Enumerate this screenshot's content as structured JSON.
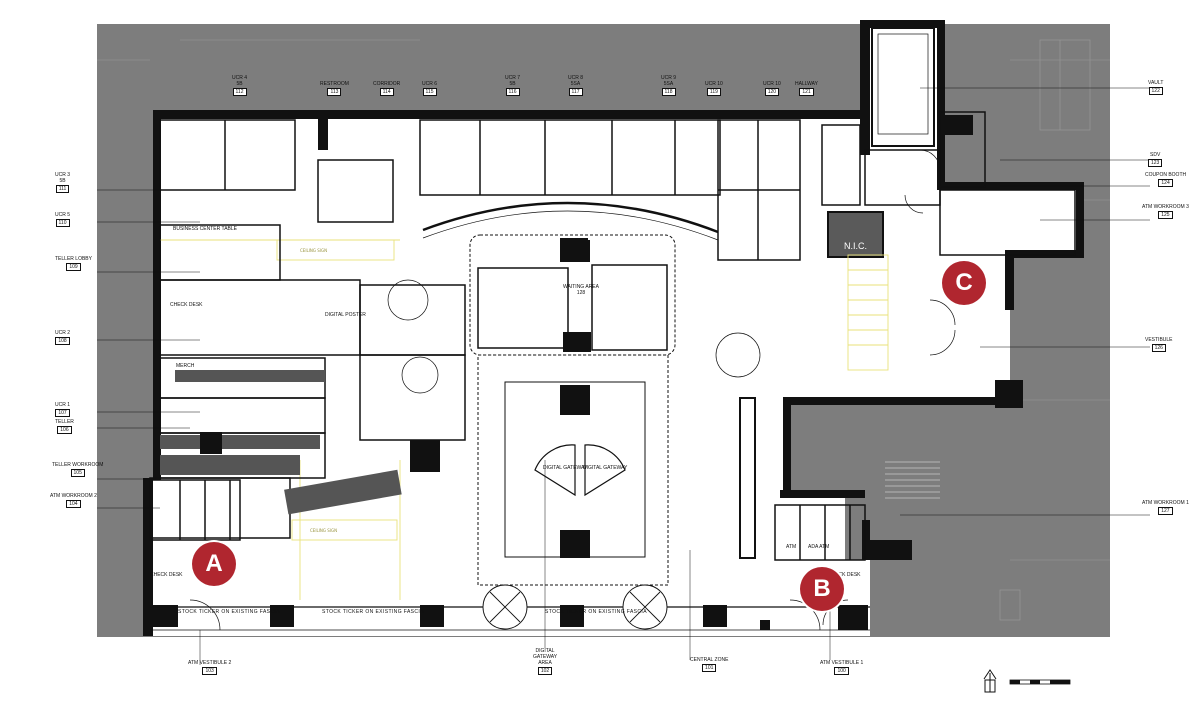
{
  "room_tags": {
    "top": [
      {
        "name": "UCR 4",
        "sub": "5B",
        "num": "112"
      },
      {
        "name": "RESTROOM",
        "num": "113"
      },
      {
        "name": "CORRIDOR",
        "num": "114"
      },
      {
        "name": "UCR 6",
        "num": "115"
      },
      {
        "name": "UCR 7",
        "sub": "5B",
        "num": "116"
      },
      {
        "name": "UCR 8",
        "sub": "5SA",
        "num": "117"
      },
      {
        "name": "UCR 9",
        "sub": "5SA",
        "num": "118"
      },
      {
        "name": "UCR 10",
        "num": "119"
      },
      {
        "name": "UCR 10",
        "num": "120"
      },
      {
        "name": "HALLWAY",
        "num": "121"
      }
    ],
    "left": [
      {
        "name": "UCR 3",
        "sub": "5B",
        "num": "111"
      },
      {
        "name": "UCR 5",
        "num": "110"
      },
      {
        "name": "TELLER LOBBY",
        "num": "109"
      },
      {
        "name": "UCR 2",
        "num": "108"
      },
      {
        "name": "UCR 1",
        "num": "107"
      },
      {
        "name": "TELLER",
        "num": "106"
      },
      {
        "name": "TELLER WORKROOM",
        "num": "105"
      },
      {
        "name": "ATM WORKROOM 2",
        "num": "104"
      }
    ],
    "right": [
      {
        "name": "VAULT",
        "num": "122"
      },
      {
        "name": "SDV",
        "num": "123"
      },
      {
        "name": "COUPON BOOTH",
        "num": "124"
      },
      {
        "name": "ATM WORKROOM 3",
        "num": "125"
      },
      {
        "name": "VESTIBULE",
        "num": "126"
      },
      {
        "name": "ATM WORKROOM 1",
        "num": "127"
      }
    ],
    "bottom": [
      {
        "name": "ATM VESTIBULE 2",
        "num": "103"
      },
      {
        "name": "DIGITAL GATEWAY AREA",
        "num": "102"
      },
      {
        "name": "CENTRAL ZONE",
        "num": "101"
      },
      {
        "name": "ATM VESTIBULE 1",
        "num": "100"
      }
    ]
  },
  "markers": [
    "A",
    "B",
    "C"
  ],
  "inner_labels": {
    "nic": "N.I.C.",
    "waiting": "WAITING AREA",
    "waiting_num": "128",
    "digital_gateway_1": "DIGITAL GATEWAY",
    "digital_gateway_2": "DIGITAL GATEWAY",
    "check_desk": "CHECK DESK",
    "digital_poster": "DIGITAL POSTER",
    "merch": "MERCH",
    "business_center": "BUSINESS CENTER TABLE",
    "check_desk_2": "CHECK DESK",
    "check_desk_3": "CHECK DESK",
    "atm": "ATM",
    "ada_atm": "ADA ATM",
    "ceiling_note_1": "CEILING SIGN",
    "ceiling_note_2": "CEILING SIGN"
  },
  "fascia": [
    "STOCK TICKER ON EXISTING FASCIA",
    "STOCK TICKER ON EXISTING FASCIA",
    "STOCK TICKER ON EXISTING FASCIA"
  ],
  "colors": {
    "surround": "#7d7d7d",
    "wall": "#111111",
    "marker": "#b0262f",
    "accent_yellow": "#e9e27a"
  }
}
